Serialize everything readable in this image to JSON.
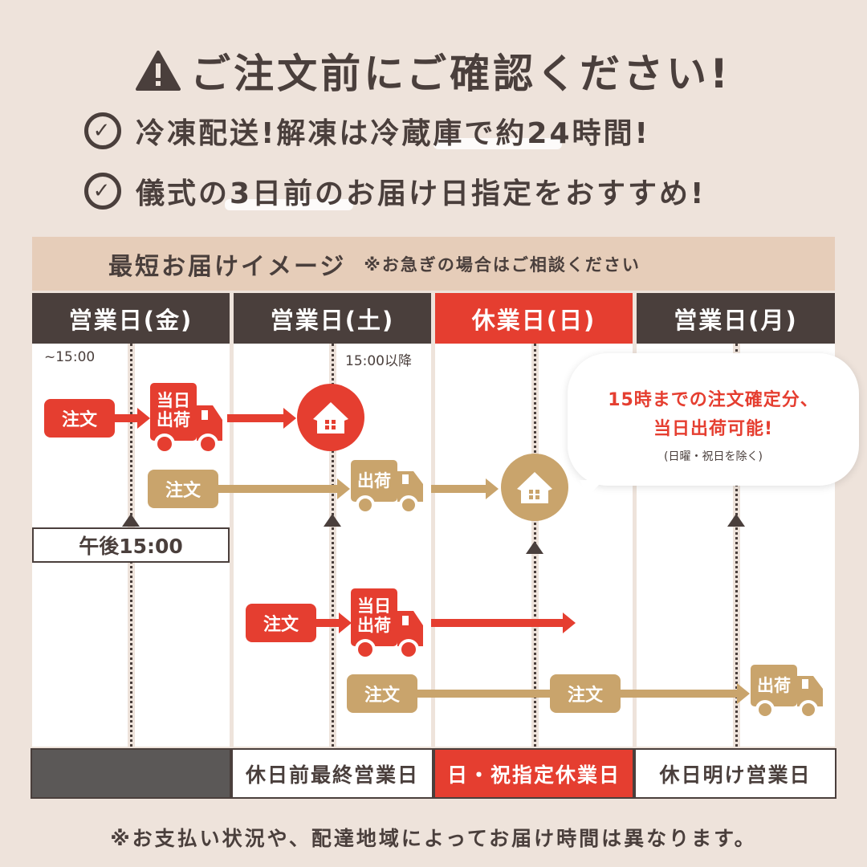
{
  "header": {
    "title": "ご注文前にご確認ください!",
    "warning_icon": "warning-icon",
    "checks": [
      "冷凍配送!解凍は冷蔵庫で約24時間!",
      "儀式の3日前のお届け日指定をおすすめ!"
    ]
  },
  "panel": {
    "title": "最短お届けイメージ",
    "note": "※お急ぎの場合はご相談ください",
    "columns": [
      "営業日(金)",
      "営業日(土)",
      "休業日(日)",
      "営業日(月)"
    ],
    "time_before": "~15:00",
    "time_after": "15:00以降",
    "cutoff": "午後15:00",
    "order": "注文",
    "same_day_ship": [
      "当日",
      "出荷"
    ],
    "ship": "出荷",
    "bubble": {
      "main1": "15時までの注文確定分、",
      "main2": "当日出荷可能!",
      "sub": "(日曜・祝日を除く)"
    },
    "footer": [
      "",
      "休日前最終営業日",
      "日・祝指定休業日",
      "休日明け営業日"
    ]
  },
  "footnote": "※お支払い状況や、配達地域によってお届け時間は異なります。",
  "colors": {
    "red": "#E53E30",
    "tan": "#C9A46C",
    "dark": "#4A3F3C"
  }
}
